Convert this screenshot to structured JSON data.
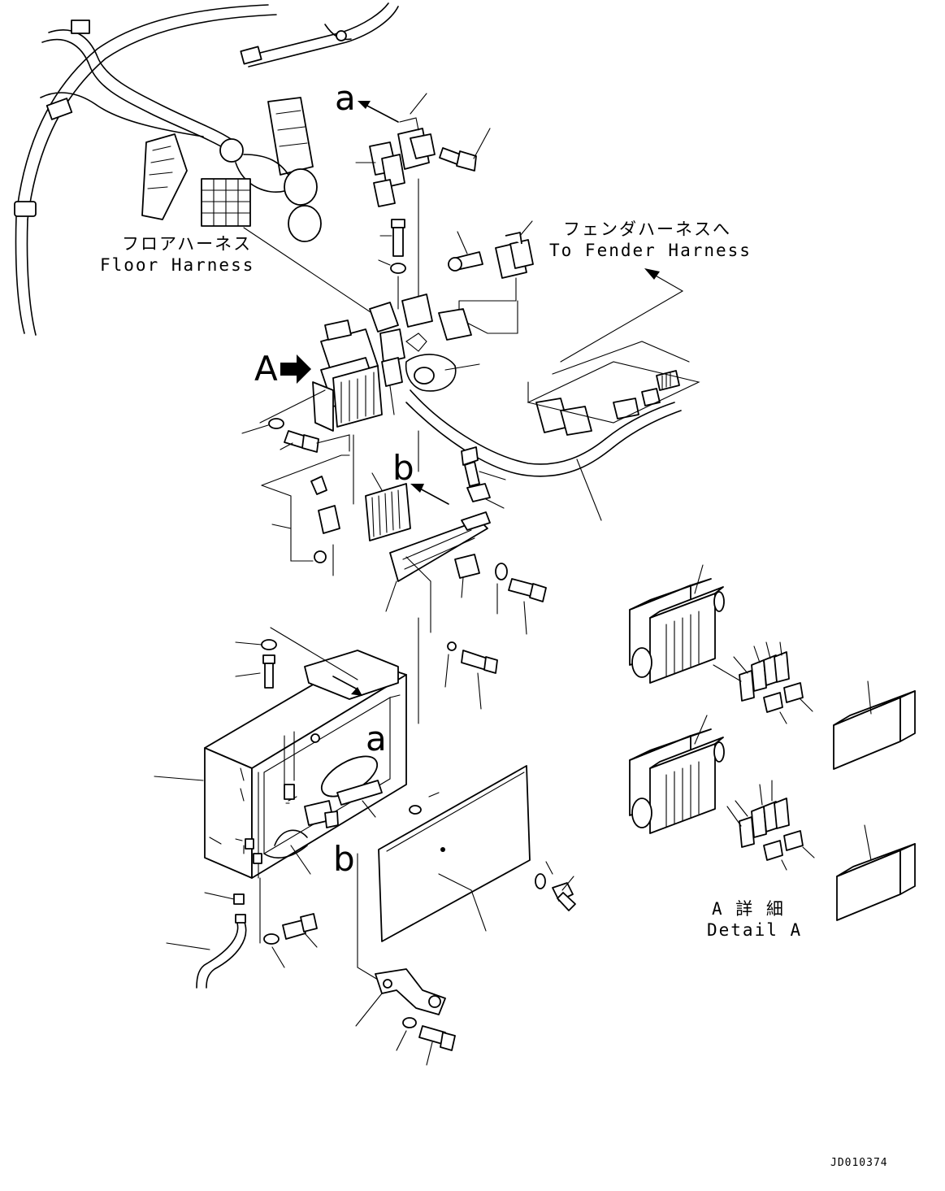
{
  "labels": {
    "floor_harness_jp": "フロアハーネス",
    "floor_harness_en": "Floor Harness",
    "fender_harness_jp": "フェンダハーネスへ",
    "fender_harness_en": "To Fender Harness",
    "view_a": "A",
    "detail_a_jp": "A 詳 細",
    "detail_a_en": "Detail A",
    "ref_a_top": "a",
    "ref_b_mid": "b",
    "ref_a_box": "a",
    "ref_b_box": "b"
  },
  "drawing_code": "JD010374"
}
